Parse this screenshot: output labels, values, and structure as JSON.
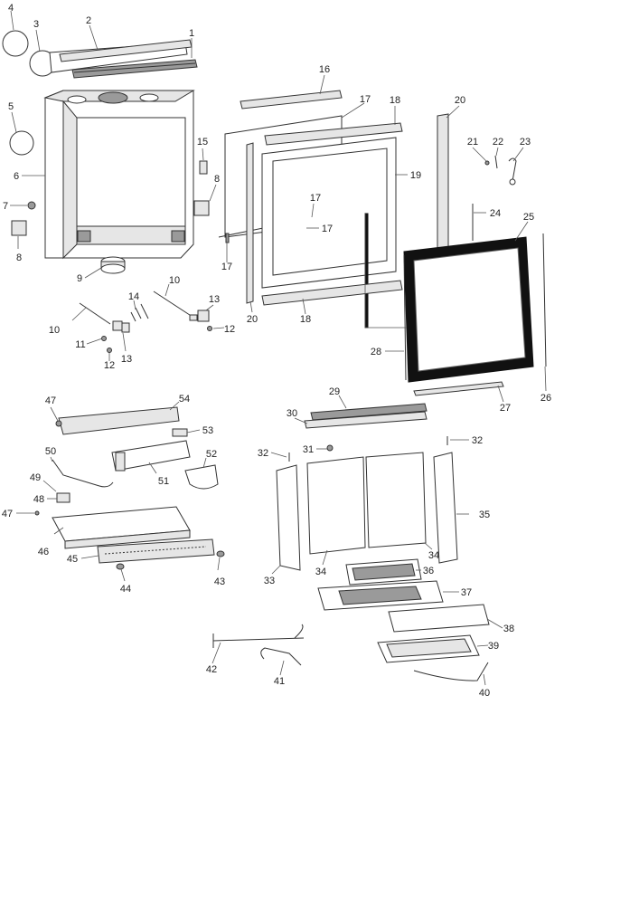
{
  "callouts": [
    "1",
    "2",
    "3",
    "4",
    "5",
    "6",
    "7",
    "8",
    "9",
    "10",
    "11",
    "12",
    "13",
    "14",
    "15",
    "16",
    "17",
    "18",
    "19",
    "20",
    "21",
    "22",
    "23",
    "24",
    "25",
    "26",
    "27",
    "28",
    "29",
    "30",
    "31",
    "32",
    "33",
    "34",
    "35",
    "36",
    "37",
    "38",
    "39",
    "40",
    "41",
    "42",
    "43",
    "44",
    "45",
    "46",
    "47",
    "48",
    "49",
    "50",
    "51",
    "52",
    "53",
    "54"
  ]
}
